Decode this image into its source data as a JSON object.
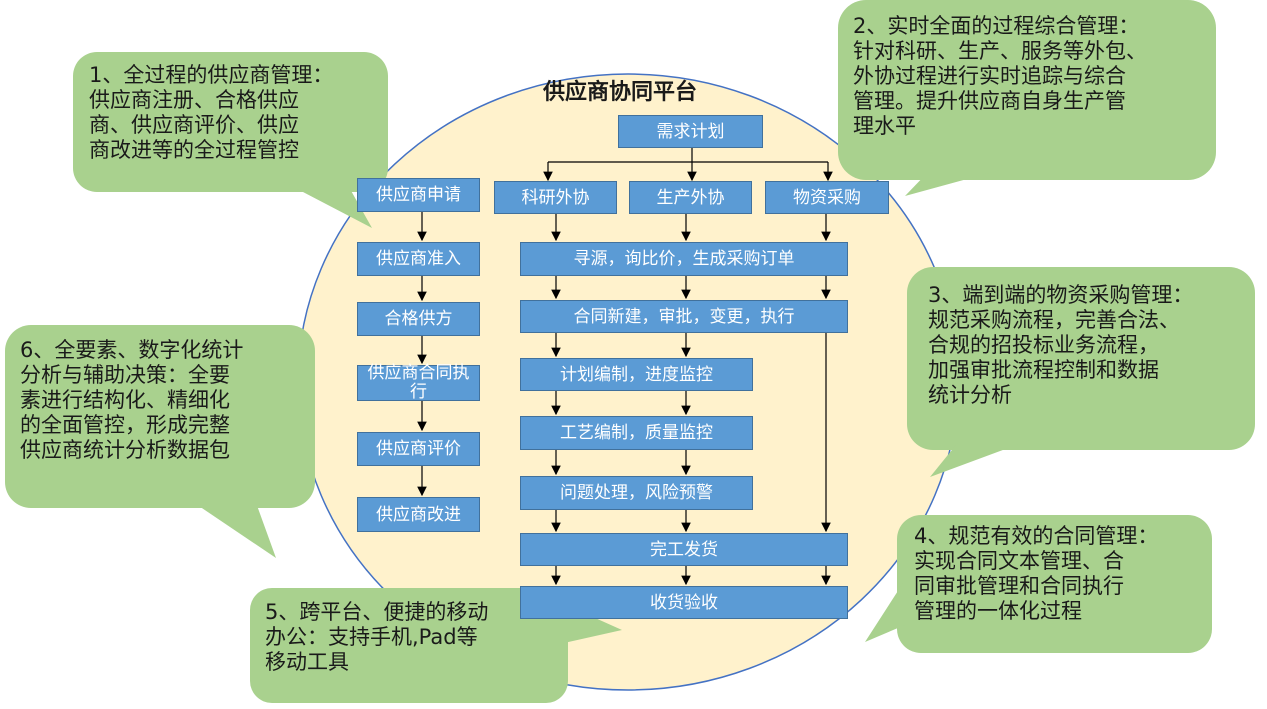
{
  "title": "供应商协同平台",
  "colors": {
    "circle_fill": "#fff2cc",
    "circle_stroke": "#4472c4",
    "box_fill": "#5b9bd5",
    "box_stroke": "#41719c",
    "callout_fill": "#a9d18e",
    "arrow": "#000000"
  },
  "left_column": {
    "nodes": [
      "供应商申请",
      "供应商准入",
      "合格供方",
      "供应商合同执行",
      "供应商评价",
      "供应商改进"
    ]
  },
  "flow": {
    "demand": "需求计划",
    "branches": [
      "科研外协",
      "生产外协",
      "物资采购"
    ],
    "steps": [
      "寻源，询比价，生成采购订单",
      "合同新建，审批，变更，执行",
      "计划编制，进度监控",
      "工艺编制，质量监控",
      "问题处理，风险预警",
      "完工发货",
      "收货验收"
    ]
  },
  "callouts": [
    {
      "id": 1,
      "text": "1、全过程的供应商管理：\n供应商注册、合格供应\n商、供应商评价、供应\n商改进等的全过程管控"
    },
    {
      "id": 2,
      "text": "2、实时全面的过程综合管理：\n针对科研、生产、服务等外包、\n外协过程进行实时追踪与综合\n管理。提升供应商自身生产管\n理水平"
    },
    {
      "id": 3,
      "text": "3、端到端的物资采购管理：\n规范采购流程，完善合法、\n合规的招投标业务流程，\n加强审批流程控制和数据\n统计分析"
    },
    {
      "id": 4,
      "text": "4、规范有效的合同管理：\n实现合同文本管理、合\n同审批管理和合同执行\n管理的一体化过程"
    },
    {
      "id": 5,
      "text": "5、跨平台、便捷的移动\n办公：支持手机,Pad等\n移动工具"
    },
    {
      "id": 6,
      "text": "6、全要素、数字化统计\n分析与辅助决策：全要\n素进行结构化、精细化\n的全面管控，形成完整\n供应商统计分析数据包"
    }
  ]
}
